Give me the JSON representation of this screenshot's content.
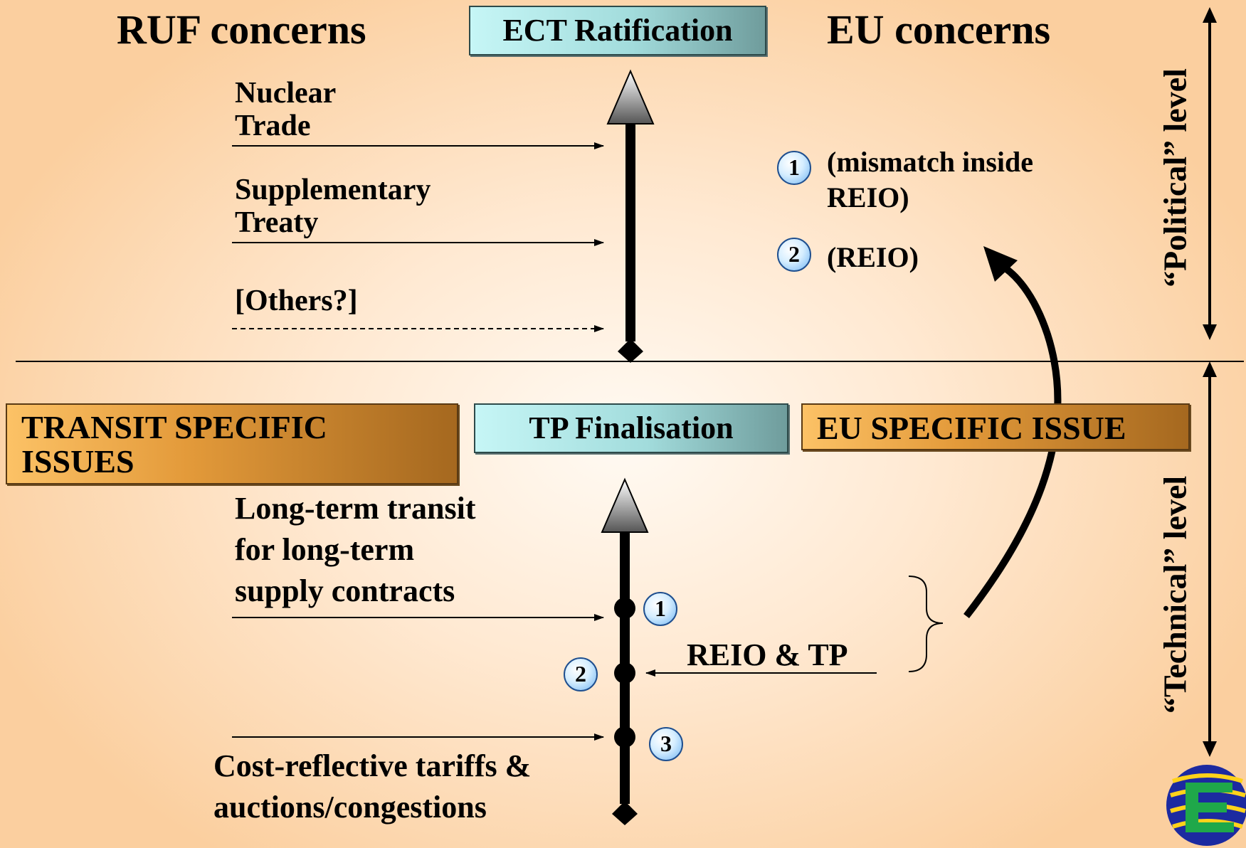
{
  "headings": {
    "ruf_concerns": "RUF concerns",
    "eu_concerns": "EU concerns",
    "ect_ratification": "ECT Ratification",
    "tp_finalisation": "TP Finalisation"
  },
  "issue_boxes": {
    "transit_line1": "TRANSIT SPECIFIC",
    "transit_line2": "ISSUES",
    "eu_specific": "EU SPECIFIC ISSUE"
  },
  "ruf_items": {
    "nuclear": "Nuclear",
    "trade": "Trade",
    "supplementary": "Supplementary",
    "treaty": "Treaty",
    "others": "[Others?]"
  },
  "eu_items": {
    "item1_num": "1",
    "item1_line1": "(mismatch inside",
    "item1_line2": "REIO)",
    "item2_num": "2",
    "item2_text": "(REIO)"
  },
  "technical_items": {
    "long_term_line1": "Long-term transit",
    "long_term_line2": "for long-term",
    "long_term_line3": "supply contracts",
    "reio_tp": "REIO & TP",
    "cost_line1": "Cost-reflective tariffs &",
    "cost_line2": "auctions/congestions",
    "node1": "1",
    "node2": "2",
    "node3": "3"
  },
  "levels": {
    "political": "“Political” level",
    "technical": "“Technical” level"
  },
  "colors": {
    "box_cyan": "#a2dcdc",
    "box_orange": "#e39a3a",
    "number_badge": "#6fb4f2"
  },
  "icons": {
    "logo": "energy-charter-globe-logo"
  }
}
